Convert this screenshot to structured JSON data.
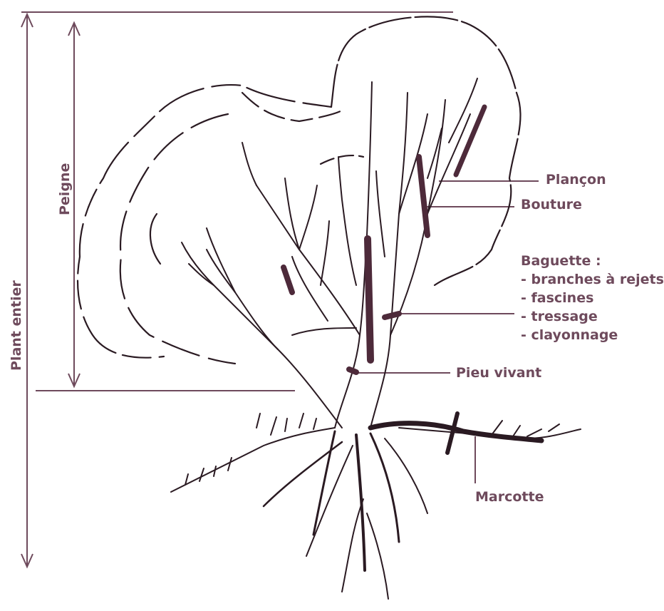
{
  "labels": {
    "plant_entier": "Plant entier",
    "peigne": "Peigne",
    "plancon": "Plançon",
    "bouture": "Bouture",
    "baguette_title": "Baguette :",
    "baguette_items": [
      "- branches à rejets",
      "- fascines",
      "- tressage",
      "- clayonnage"
    ],
    "pieu_vivant": "Pieu vivant",
    "marcotte": "Marcotte"
  },
  "colors": {
    "label": "#6e4a5c",
    "line": "#6e4a5c",
    "ink": "#2a1a22",
    "dark_segment": "#4d2a3a"
  }
}
